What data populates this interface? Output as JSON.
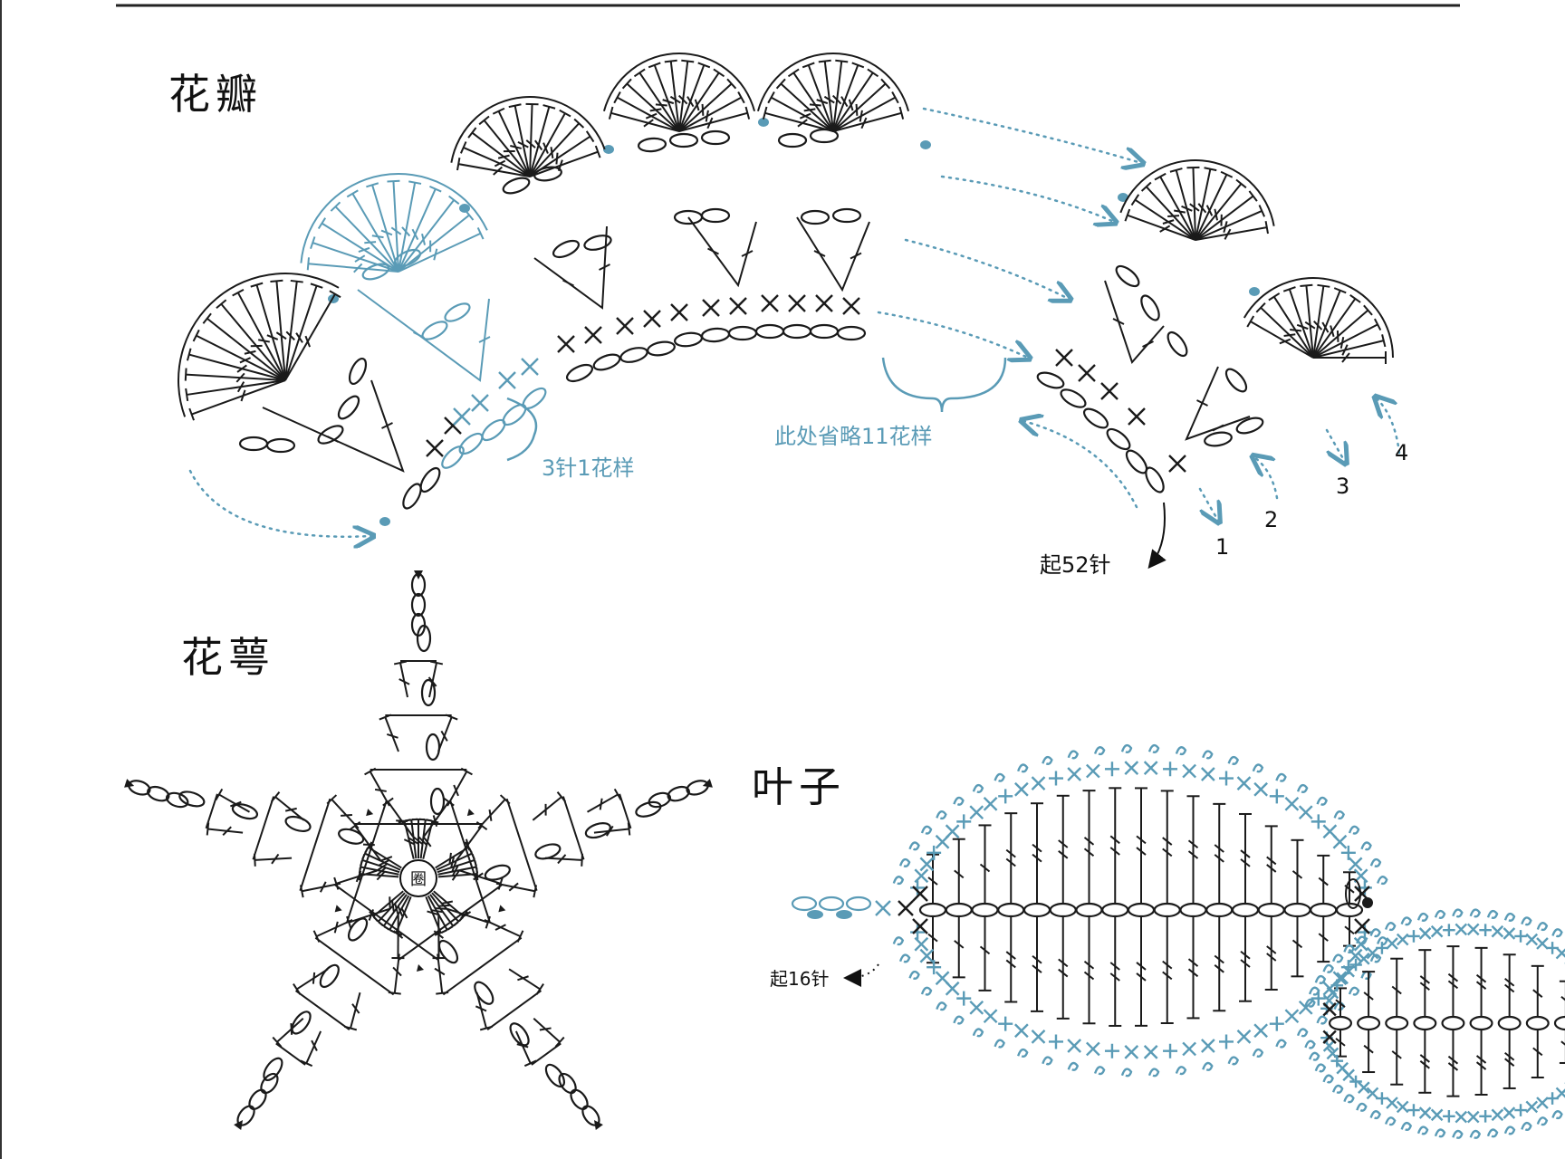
{
  "colors": {
    "ink": "#1a1a1a",
    "accent": "#5a9bb6",
    "background": "#ffffff"
  },
  "sections": {
    "petal": {
      "title": "花瓣",
      "note_pattern": "3针1花样",
      "note_omit": "此处省略11花样",
      "note_start": "起52针",
      "row_numbers": [
        "1",
        "2",
        "3",
        "4"
      ]
    },
    "calyx": {
      "title": "花萼",
      "center_label": "圈"
    },
    "leaf": {
      "title": "叶子",
      "note_start": "起16针"
    }
  }
}
